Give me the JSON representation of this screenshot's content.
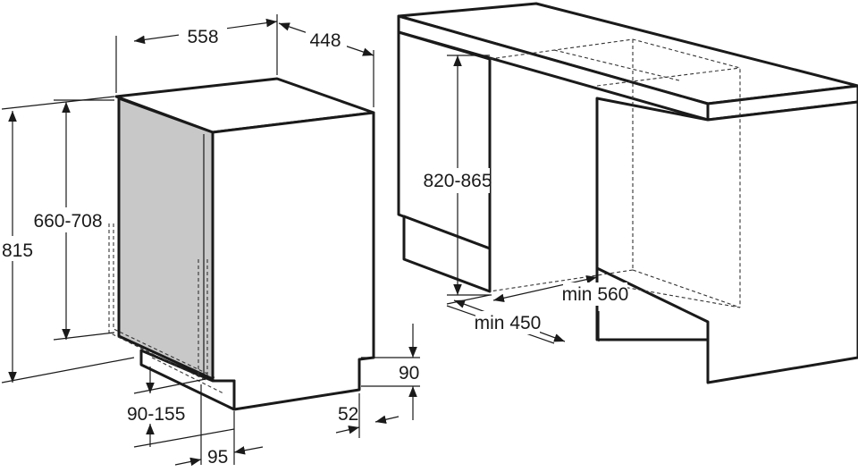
{
  "dishwasher": {
    "dimensions": {
      "width": "558",
      "depth": "448",
      "height": "815",
      "door_height": "660-708",
      "plinth_height_range": "90-155",
      "plinth_depth": "95",
      "toe_kick_height": "90",
      "toe_kick_depth": "52"
    }
  },
  "niche": {
    "dimensions": {
      "height": "820-865",
      "min_width": "min 560",
      "min_depth": "min 450"
    }
  },
  "colors": {
    "line": "#1a1a1a",
    "door_panel": "#c8c8c8",
    "background": "#ffffff"
  }
}
